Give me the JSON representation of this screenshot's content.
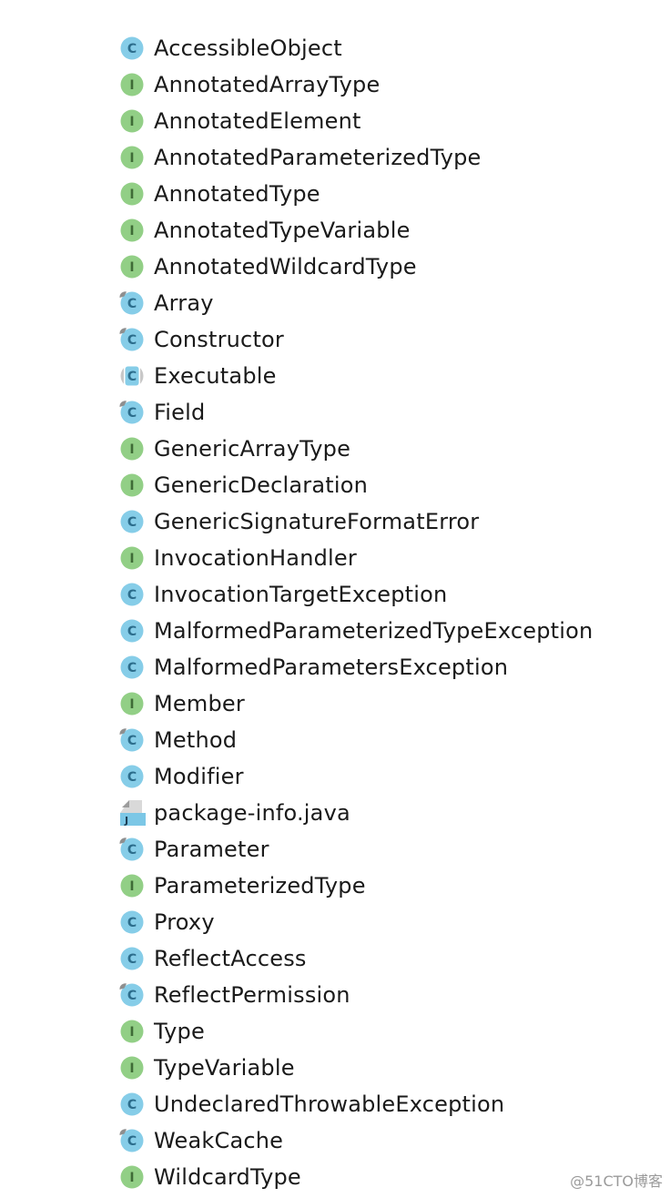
{
  "colors": {
    "class_fill": "#86cde8",
    "class_letter": "#2c6d8c",
    "interface_fill": "#92cf86",
    "interface_letter": "#3f6b37",
    "abstract_ring": "#c8c8c8",
    "final_pin": "#8f8f8f",
    "file_fill": "#7cc7e6",
    "file_corner": "#9c9c9c"
  },
  "items": [
    {
      "label": "AccessibleObject",
      "icon": "class-icon"
    },
    {
      "label": "AnnotatedArrayType",
      "icon": "interface-icon"
    },
    {
      "label": "AnnotatedElement",
      "icon": "interface-icon"
    },
    {
      "label": "AnnotatedParameterizedType",
      "icon": "interface-icon"
    },
    {
      "label": "AnnotatedType",
      "icon": "interface-icon"
    },
    {
      "label": "AnnotatedTypeVariable",
      "icon": "interface-icon"
    },
    {
      "label": "AnnotatedWildcardType",
      "icon": "interface-icon"
    },
    {
      "label": "Array",
      "icon": "final-class-icon"
    },
    {
      "label": "Constructor",
      "icon": "final-class-icon"
    },
    {
      "label": "Executable",
      "icon": "abstract-class-icon"
    },
    {
      "label": "Field",
      "icon": "final-class-icon"
    },
    {
      "label": "GenericArrayType",
      "icon": "interface-icon"
    },
    {
      "label": "GenericDeclaration",
      "icon": "interface-icon"
    },
    {
      "label": "GenericSignatureFormatError",
      "icon": "class-icon"
    },
    {
      "label": "InvocationHandler",
      "icon": "interface-icon"
    },
    {
      "label": "InvocationTargetException",
      "icon": "class-icon"
    },
    {
      "label": "MalformedParameterizedTypeException",
      "icon": "class-icon"
    },
    {
      "label": "MalformedParametersException",
      "icon": "class-icon"
    },
    {
      "label": "Member",
      "icon": "interface-icon"
    },
    {
      "label": "Method",
      "icon": "final-class-icon"
    },
    {
      "label": "Modifier",
      "icon": "class-icon"
    },
    {
      "label": "package-info.java",
      "icon": "java-file-icon"
    },
    {
      "label": "Parameter",
      "icon": "final-class-icon"
    },
    {
      "label": "ParameterizedType",
      "icon": "interface-icon"
    },
    {
      "label": "Proxy",
      "icon": "class-icon"
    },
    {
      "label": "ReflectAccess",
      "icon": "class-icon"
    },
    {
      "label": "ReflectPermission",
      "icon": "final-class-icon"
    },
    {
      "label": "Type",
      "icon": "interface-icon"
    },
    {
      "label": "TypeVariable",
      "icon": "interface-icon"
    },
    {
      "label": "UndeclaredThrowableException",
      "icon": "class-icon"
    },
    {
      "label": "WeakCache",
      "icon": "final-class-icon"
    },
    {
      "label": "WildcardType",
      "icon": "interface-icon"
    }
  ],
  "icon_letters": {
    "class": "C",
    "interface": "I",
    "file": "J"
  },
  "watermark": "@51CTO博客"
}
